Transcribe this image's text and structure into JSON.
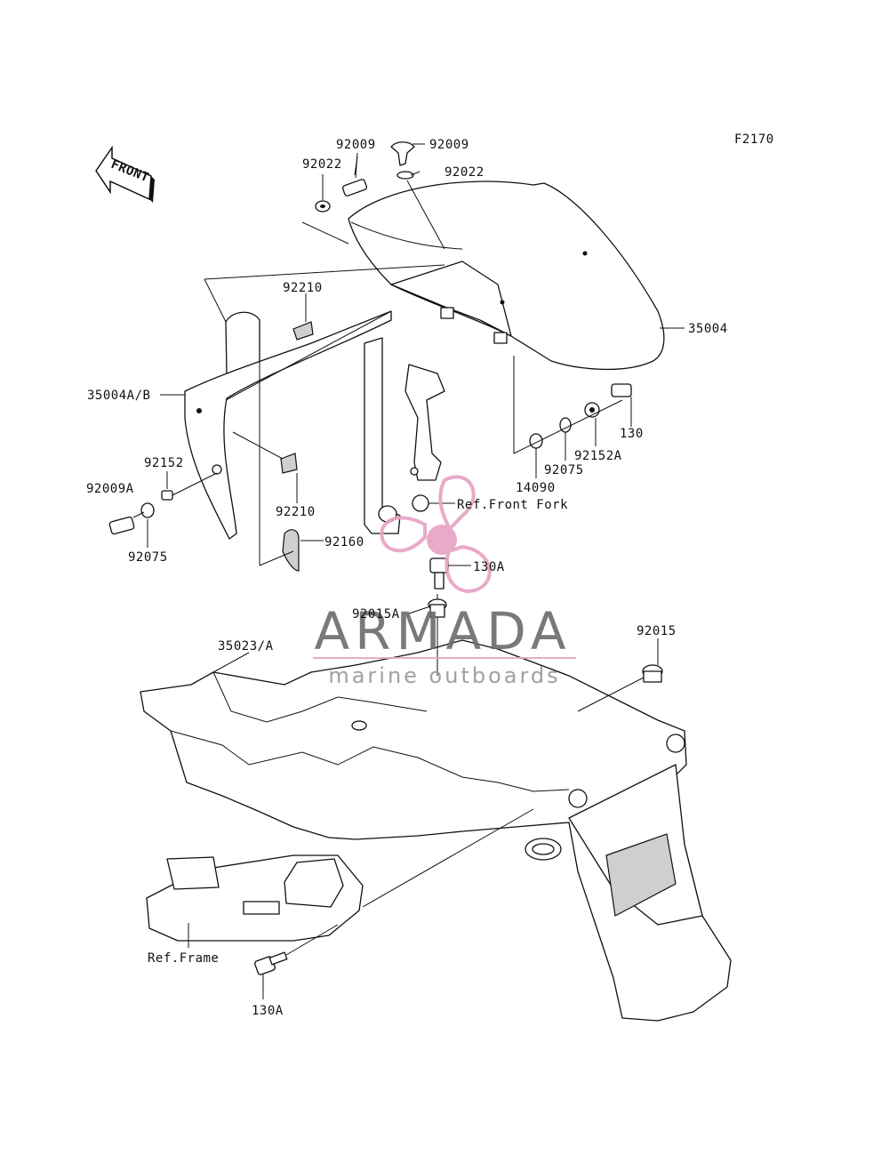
{
  "figure_id": "F2170",
  "front_badge": "FRONT",
  "labels": {
    "p92009_left": "92009",
    "p92009_right": "92009",
    "p92022_left": "92022",
    "p92022_right": "92022",
    "p92210_top": "92210",
    "p35004": "35004",
    "p35004ab": "35004A/B",
    "p130": "130",
    "p92152a": "92152A",
    "p92075_right": "92075",
    "p14090": "14090",
    "p92152": "92152",
    "p92009a": "92009A",
    "p92075_left": "92075",
    "p92210_bottom": "92210",
    "p92160": "92160",
    "ref_front_fork": "Ref.Front Fork",
    "p130a_upper": "130A",
    "p92015a": "92015A",
    "p35023a": "35023/A",
    "p92015": "92015",
    "ref_frame": "Ref.Frame",
    "p130a_lower": "130A"
  },
  "watermark": {
    "brand": "ARMADA",
    "tagline": "marine outboards",
    "colors": {
      "brand": "#6e6e6e",
      "accent": "#e7a3c4"
    }
  }
}
